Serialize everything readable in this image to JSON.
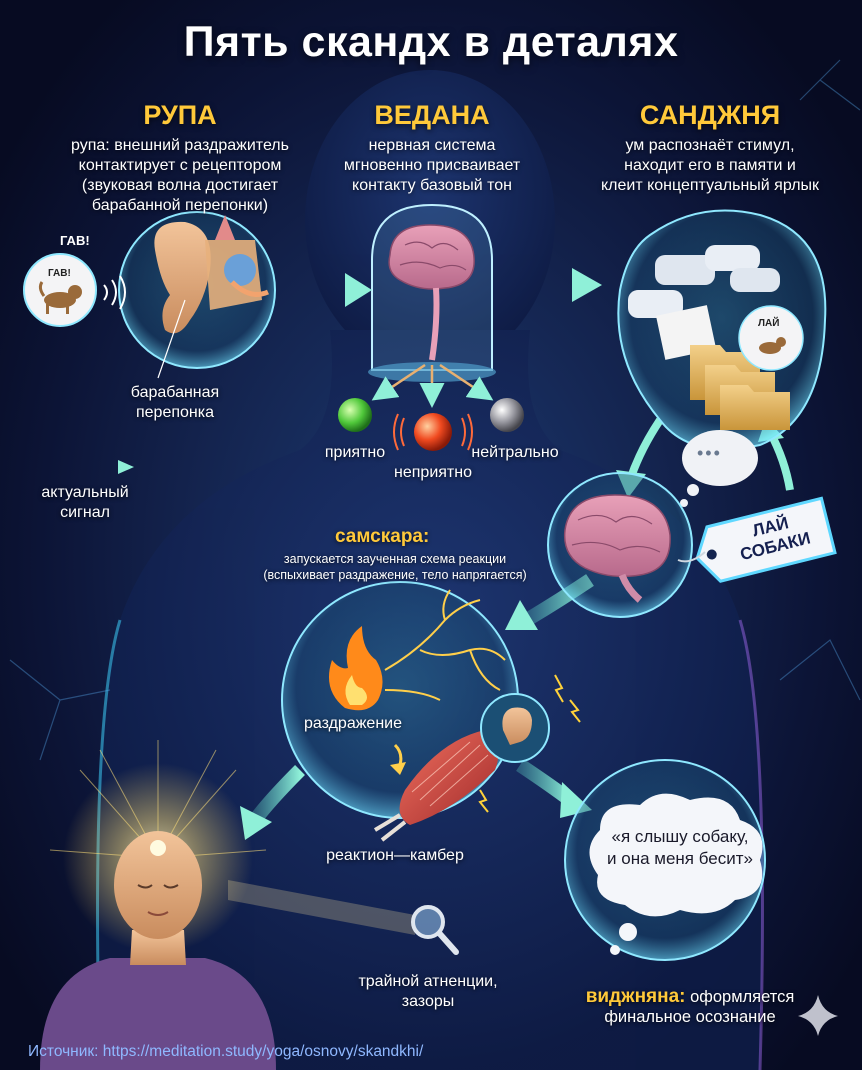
{
  "title": "Пять скандх в деталях",
  "rupa": {
    "heading": "РУПА",
    "description": [
      "рупа: внешний раздражитель",
      "контактирует с рецептором",
      "(звуковая волна достигает",
      "барабанной перепонки)"
    ],
    "sound_label": "ГАВ!",
    "dog_bubble_text": "ГАВ!",
    "eardrum_label": [
      "барабанная",
      "перепонка"
    ]
  },
  "vedana": {
    "heading": "ВЕДАНА",
    "description": [
      "нервная система",
      "мгновенно присваивает",
      "контакту базовый тон"
    ],
    "tones": {
      "pleasant": "приятно",
      "unpleasant": "неприятно",
      "neutral": "нейтрально"
    }
  },
  "sanjna": {
    "heading": "САНДЖНЯ",
    "description": [
      "ум распознаёт стимул,",
      "находит его в памяти и",
      "клеит концептуальный ярлык"
    ],
    "memory_bubble_text": "ЛАЙ",
    "tag_label": [
      "ЛАЙ",
      "СОБАКИ"
    ],
    "thought_dots": "•••"
  },
  "legend": {
    "actual_signal": [
      "актуальный",
      "сигнал"
    ]
  },
  "samskara": {
    "heading": "самскара:",
    "description": [
      "запускается заученная схема реакции",
      "(вспыхивает раздражение, тело напрягается)"
    ],
    "irritation_label": "раздражение",
    "chamber_label": "реактион—камбер"
  },
  "attention": {
    "label": [
      "трайной атненции,",
      "зазоры"
    ]
  },
  "vijnana": {
    "heading": "виджняна:",
    "description_line1": "оформляется",
    "description_line2": "финальное осознание",
    "thought_quote": [
      "«я слышу собаку,",
      "и она меня бесит»"
    ]
  },
  "source": "Источник: https://meditation.study/yoga/osnovy/skandkhi/",
  "colors": {
    "accent_yellow": "#ffc93a",
    "arrow_teal": "#7fe0c8",
    "background": "#14244f",
    "link": "#8fb8ff"
  }
}
